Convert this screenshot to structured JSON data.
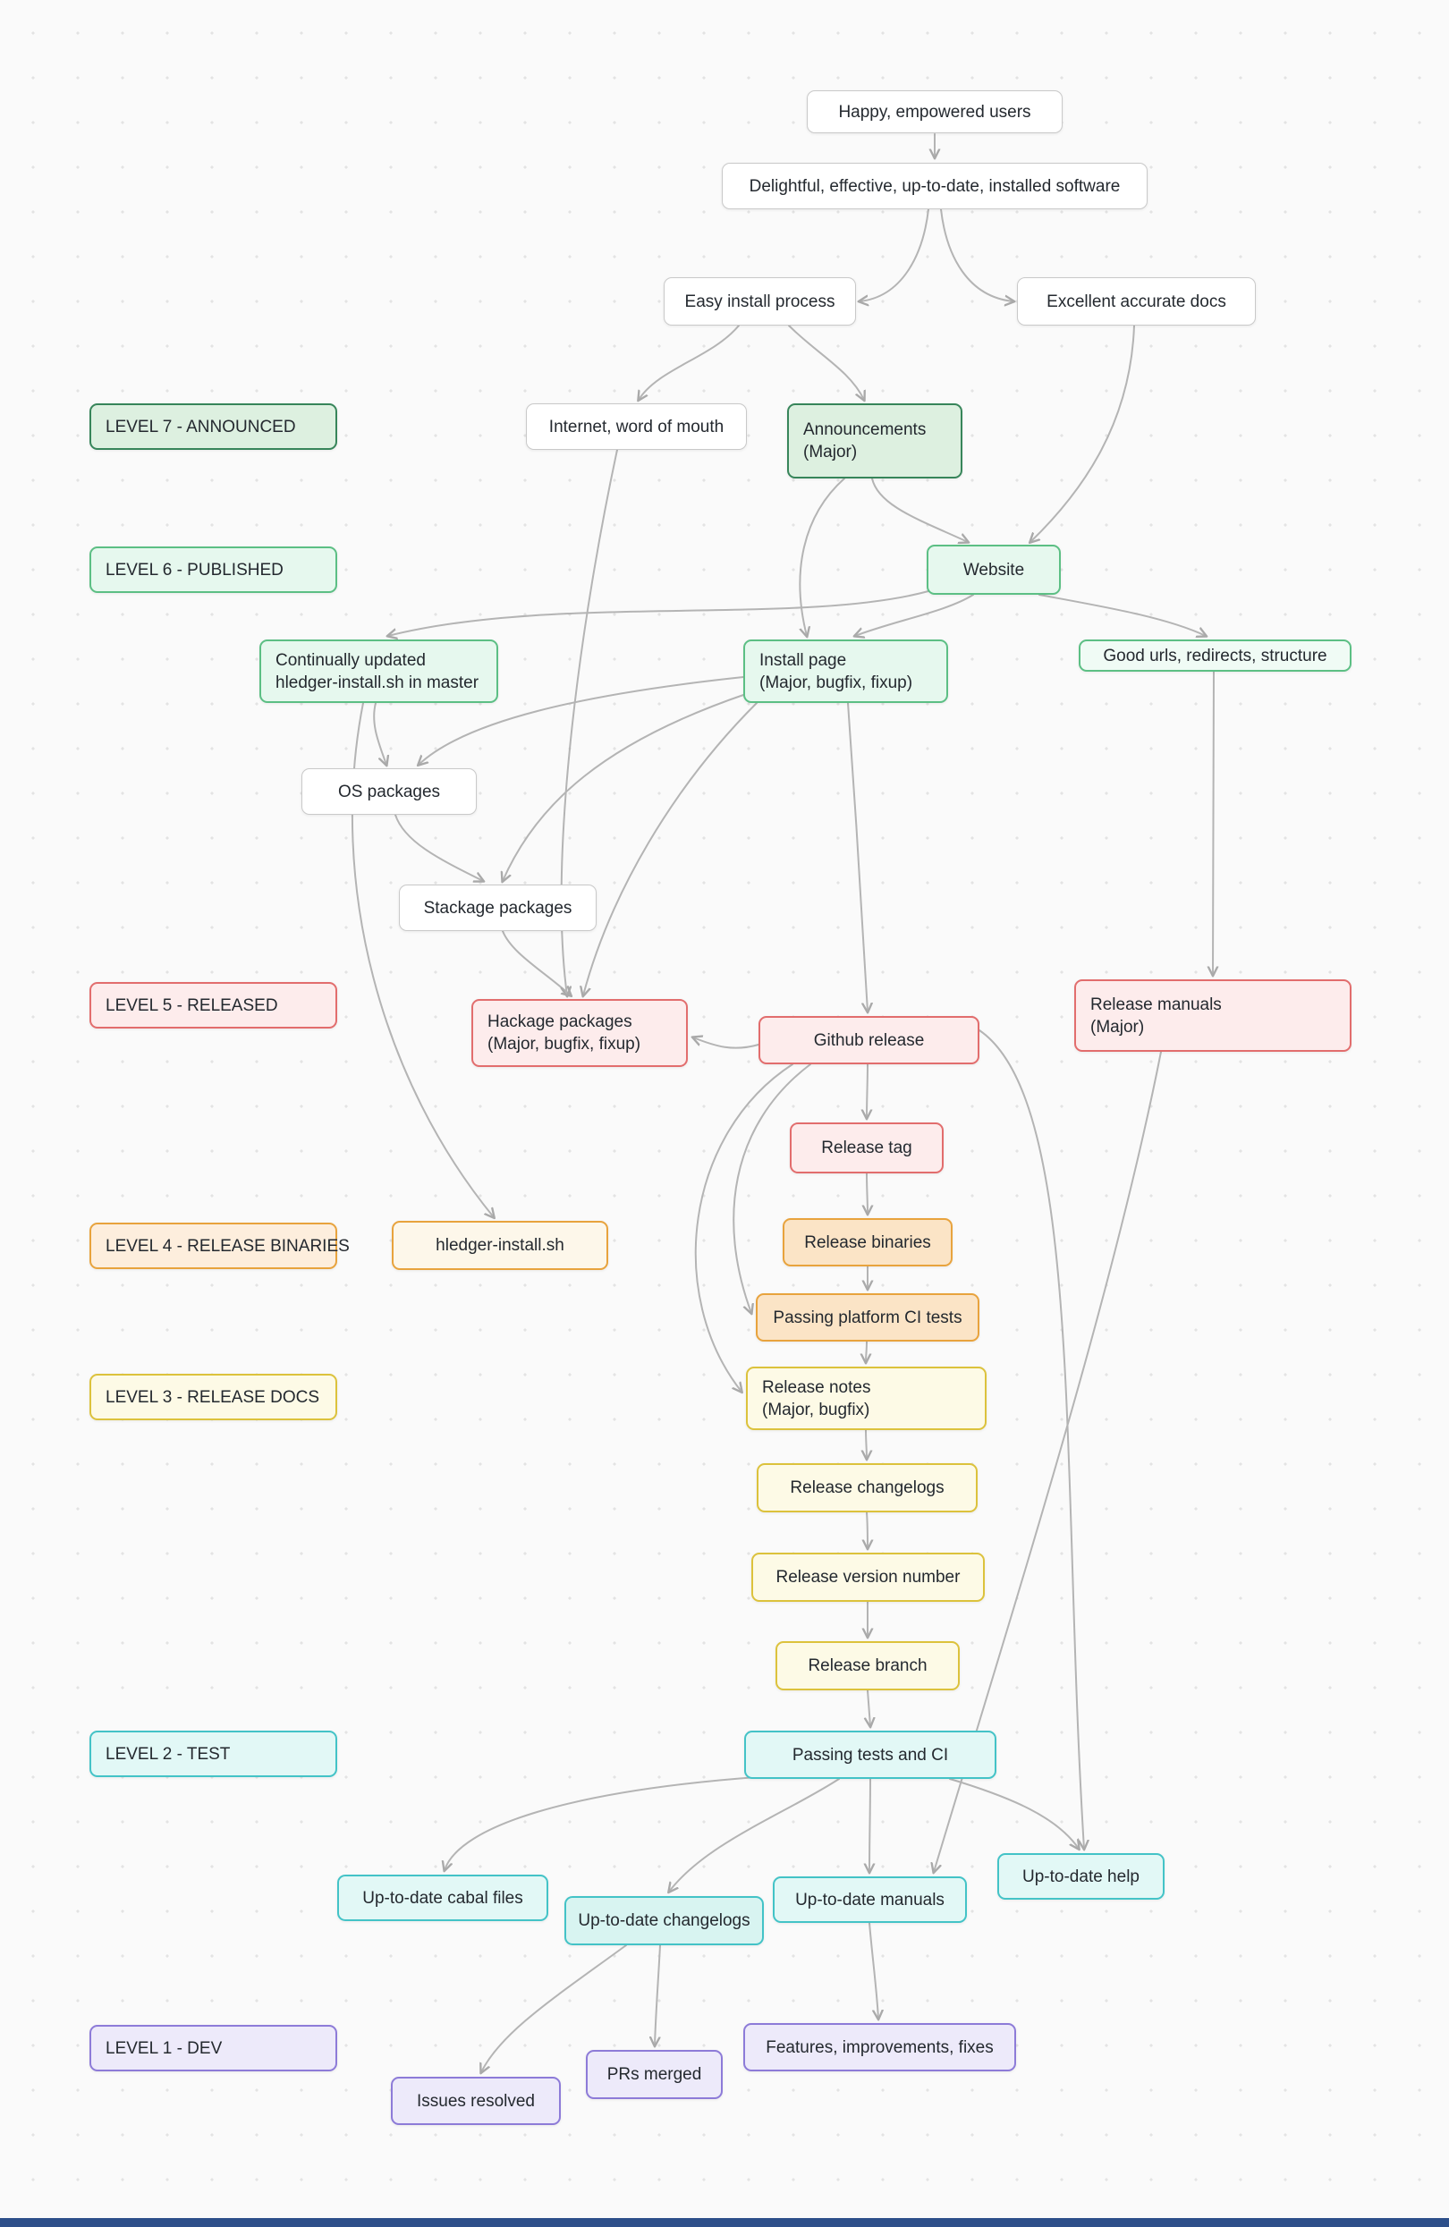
{
  "diagram": {
    "levels": {
      "white": {
        "bg": "#ffffff",
        "border": "#c9c9c9"
      },
      "l7": {
        "bg": "#ddf0e0",
        "border": "#37855a"
      },
      "l6": {
        "bg": "#e6f8ee",
        "border": "#5cbf84"
      },
      "l6l": {
        "bg": "#f0fbf5",
        "border": "#5cbf84"
      },
      "l5": {
        "bg": "#fdecec",
        "border": "#e26d6d"
      },
      "l4": {
        "bg": "#fdeedd",
        "border": "#e8a33d"
      },
      "l4s": {
        "bg": "#fbe4c6",
        "border": "#e8a33d"
      },
      "l4l": {
        "bg": "#fdf7ea",
        "border": "#e8a33d"
      },
      "l3": {
        "bg": "#fdfae6",
        "border": "#dcc23c"
      },
      "l2": {
        "bg": "#e2f8f6",
        "border": "#43c3c7"
      },
      "l2s": {
        "bg": "#d8f4f1",
        "border": "#43c3c7"
      },
      "l1": {
        "bg": "#edeafa",
        "border": "#8d7bd8"
      }
    },
    "nodes": [
      {
        "id": "happy",
        "level": "white",
        "lines": [
          "Happy, empowered users"
        ]
      },
      {
        "id": "delightful",
        "level": "white",
        "lines": [
          "Delightful, effective, up-to-date, installed software"
        ]
      },
      {
        "id": "easy_install",
        "level": "white",
        "lines": [
          "Easy install process"
        ]
      },
      {
        "id": "excellent_docs",
        "level": "white",
        "lines": [
          "Excellent accurate docs"
        ]
      },
      {
        "id": "level7",
        "level": "l7",
        "label_box": true,
        "lines": [
          "LEVEL 7 - ANNOUNCED"
        ]
      },
      {
        "id": "internet",
        "level": "white",
        "lines": [
          "Internet, word of mouth"
        ]
      },
      {
        "id": "announcements",
        "level": "l7",
        "lines": [
          "Announcements",
          "(Major)"
        ]
      },
      {
        "id": "level6",
        "level": "l6",
        "label_box": true,
        "lines": [
          "LEVEL 6 - PUBLISHED"
        ]
      },
      {
        "id": "website",
        "level": "l6",
        "lines": [
          "Website"
        ]
      },
      {
        "id": "continually",
        "level": "l6",
        "lines": [
          "Continually updated",
          "hledger-install.sh in master"
        ]
      },
      {
        "id": "install_page",
        "level": "l6",
        "lines": [
          "Install page",
          "(Major, bugfix, fixup)"
        ]
      },
      {
        "id": "good_urls",
        "level": "l6l",
        "lines": [
          "Good urls, redirects, structure"
        ]
      },
      {
        "id": "os_packages",
        "level": "white",
        "lines": [
          "OS packages"
        ]
      },
      {
        "id": "stackage",
        "level": "white",
        "lines": [
          "Stackage packages"
        ]
      },
      {
        "id": "level5",
        "level": "l5",
        "label_box": true,
        "lines": [
          "LEVEL 5 - RELEASED"
        ]
      },
      {
        "id": "hackage",
        "level": "l5",
        "lines": [
          "Hackage packages",
          "(Major, bugfix, fixup)"
        ]
      },
      {
        "id": "github_release",
        "level": "l5",
        "lines": [
          "Github release"
        ]
      },
      {
        "id": "release_manuals",
        "level": "l5",
        "lines": [
          "Release manuals",
          "(Major)"
        ]
      },
      {
        "id": "release_tag",
        "level": "l5",
        "lines": [
          "Release tag"
        ]
      },
      {
        "id": "level4",
        "level": "l4",
        "label_box": true,
        "lines": [
          "LEVEL 4 - RELEASE BINARIES"
        ]
      },
      {
        "id": "hledger_install_sh",
        "level": "l4l",
        "lines": [
          "hledger-install.sh"
        ]
      },
      {
        "id": "release_binaries",
        "level": "l4s",
        "lines": [
          "Release binaries"
        ]
      },
      {
        "id": "passing_ci",
        "level": "l4s",
        "lines": [
          "Passing platform CI tests"
        ]
      },
      {
        "id": "level3",
        "level": "l3",
        "label_box": true,
        "lines": [
          "LEVEL 3 - RELEASE DOCS"
        ]
      },
      {
        "id": "release_notes",
        "level": "l3",
        "lines": [
          "Release notes",
          "(Major, bugfix)"
        ]
      },
      {
        "id": "release_changelogs",
        "level": "l3",
        "lines": [
          "Release changelogs"
        ]
      },
      {
        "id": "release_version",
        "level": "l3",
        "lines": [
          "Release version number"
        ]
      },
      {
        "id": "release_branch",
        "level": "l3",
        "lines": [
          "Release branch"
        ]
      },
      {
        "id": "level2",
        "level": "l2",
        "label_box": true,
        "lines": [
          "LEVEL 2 - TEST"
        ]
      },
      {
        "id": "passing_tests",
        "level": "l2",
        "lines": [
          "Passing tests and CI"
        ]
      },
      {
        "id": "cabal_files",
        "level": "l2",
        "lines": [
          "Up-to-date cabal files"
        ]
      },
      {
        "id": "utd_changelogs",
        "level": "l2s",
        "lines": [
          "Up-to-date changelogs"
        ]
      },
      {
        "id": "utd_manuals",
        "level": "l2",
        "lines": [
          "Up-to-date manuals"
        ]
      },
      {
        "id": "utd_help",
        "level": "l2",
        "lines": [
          "Up-to-date help"
        ]
      },
      {
        "id": "level1",
        "level": "l1",
        "label_box": true,
        "lines": [
          "LEVEL 1 - DEV"
        ]
      },
      {
        "id": "features",
        "level": "l1",
        "lines": [
          "Features, improvements, fixes"
        ]
      },
      {
        "id": "prs_merged",
        "level": "l1",
        "lines": [
          "PRs merged"
        ]
      },
      {
        "id": "issues_resolved",
        "level": "l1",
        "lines": [
          "Issues resolved"
        ]
      }
    ],
    "edges": [
      {
        "from": "happy",
        "to": "delightful"
      },
      {
        "from": "delightful",
        "to": "easy_install"
      },
      {
        "from": "delightful",
        "to": "excellent_docs"
      },
      {
        "from": "easy_install",
        "to": "internet"
      },
      {
        "from": "easy_install",
        "to": "announcements"
      },
      {
        "from": "announcements",
        "to": "website"
      },
      {
        "from": "announcements",
        "to": "install_page"
      },
      {
        "from": "excellent_docs",
        "to": "website"
      },
      {
        "from": "website",
        "to": "install_page"
      },
      {
        "from": "website",
        "to": "continually"
      },
      {
        "from": "website",
        "to": "good_urls"
      },
      {
        "from": "continually",
        "to": "os_packages"
      },
      {
        "from": "continually",
        "to": "hledger_install_sh"
      },
      {
        "from": "install_page",
        "to": "os_packages"
      },
      {
        "from": "install_page",
        "to": "stackage"
      },
      {
        "from": "install_page",
        "to": "hackage"
      },
      {
        "from": "install_page",
        "to": "github_release"
      },
      {
        "from": "os_packages",
        "to": "stackage"
      },
      {
        "from": "stackage",
        "to": "hackage"
      },
      {
        "from": "internet",
        "to": "hackage"
      },
      {
        "from": "good_urls",
        "to": "release_manuals"
      },
      {
        "from": "github_release",
        "to": "release_tag"
      },
      {
        "from": "github_release",
        "to": "hackage"
      },
      {
        "from": "github_release",
        "to": "release_notes"
      },
      {
        "from": "github_release",
        "to": "passing_ci"
      },
      {
        "from": "github_release",
        "to": "utd_help"
      },
      {
        "from": "release_manuals",
        "to": "utd_manuals"
      },
      {
        "from": "release_tag",
        "to": "release_binaries"
      },
      {
        "from": "release_binaries",
        "to": "passing_ci"
      },
      {
        "from": "passing_ci",
        "to": "release_notes"
      },
      {
        "from": "release_notes",
        "to": "release_changelogs"
      },
      {
        "from": "release_changelogs",
        "to": "release_version"
      },
      {
        "from": "release_version",
        "to": "release_branch"
      },
      {
        "from": "release_branch",
        "to": "passing_tests"
      },
      {
        "from": "passing_tests",
        "to": "cabal_files"
      },
      {
        "from": "passing_tests",
        "to": "utd_changelogs"
      },
      {
        "from": "passing_tests",
        "to": "utd_manuals"
      },
      {
        "from": "passing_tests",
        "to": "utd_help"
      },
      {
        "from": "utd_changelogs",
        "to": "issues_resolved"
      },
      {
        "from": "utd_changelogs",
        "to": "prs_merged"
      },
      {
        "from": "utd_manuals",
        "to": "features"
      }
    ]
  }
}
